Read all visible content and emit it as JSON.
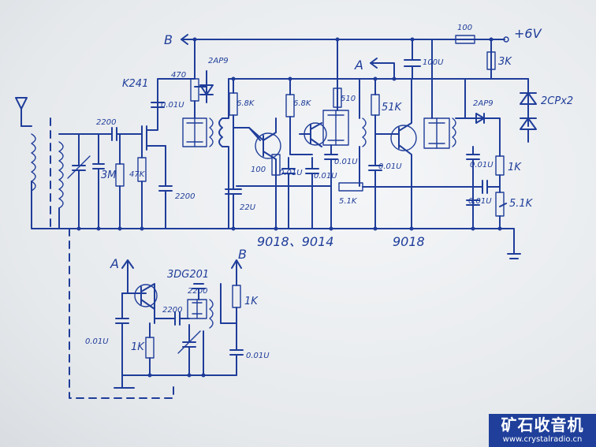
{
  "labels": {
    "b_top": "B",
    "vcc": "+6V",
    "r_100_top": "100",
    "c_100u": "100U",
    "r_3k": "3K",
    "zener": "2CPx2",
    "a_top": "A",
    "diode1": "2AP9",
    "diode2": "2AP9",
    "r_470": "470",
    "k241": "K241",
    "c_001_a": "0.01U",
    "r_68k_a": "6.8K",
    "r_68k_b": "6.8K",
    "r_510": "510",
    "r_51k_a": "51K",
    "c_2200_a": "2200",
    "r_3m": "3M",
    "r_47k": "47K",
    "c_2200_b": "2200",
    "r_100_mid": "100",
    "c_001_b": "0.01U",
    "c_001_c": "0.01U",
    "c_001_d": "0.01U",
    "c_001_e": "0.01U",
    "c_001_f": "0.01U",
    "r_1k_mid": "1K",
    "r_51k_b": "5.1K",
    "r_51k_c": "5.1K",
    "c_0015": "0.01U",
    "c_22u": "22U",
    "tr_9018_9014": "9018、9014",
    "tr_9018": "9018",
    "a_osc": "A",
    "b_osc": "B",
    "osc_tr": "3DG201",
    "c_2200_c": "2200",
    "c_2200_d": "2200",
    "r_1k_b": "1K",
    "c_001_g": "0.01U",
    "r_1k_c": "1K",
    "c_001_h": "0.01U"
  },
  "watermark": {
    "title": "矿石收音机",
    "url": "www.crystalradio.cn"
  }
}
